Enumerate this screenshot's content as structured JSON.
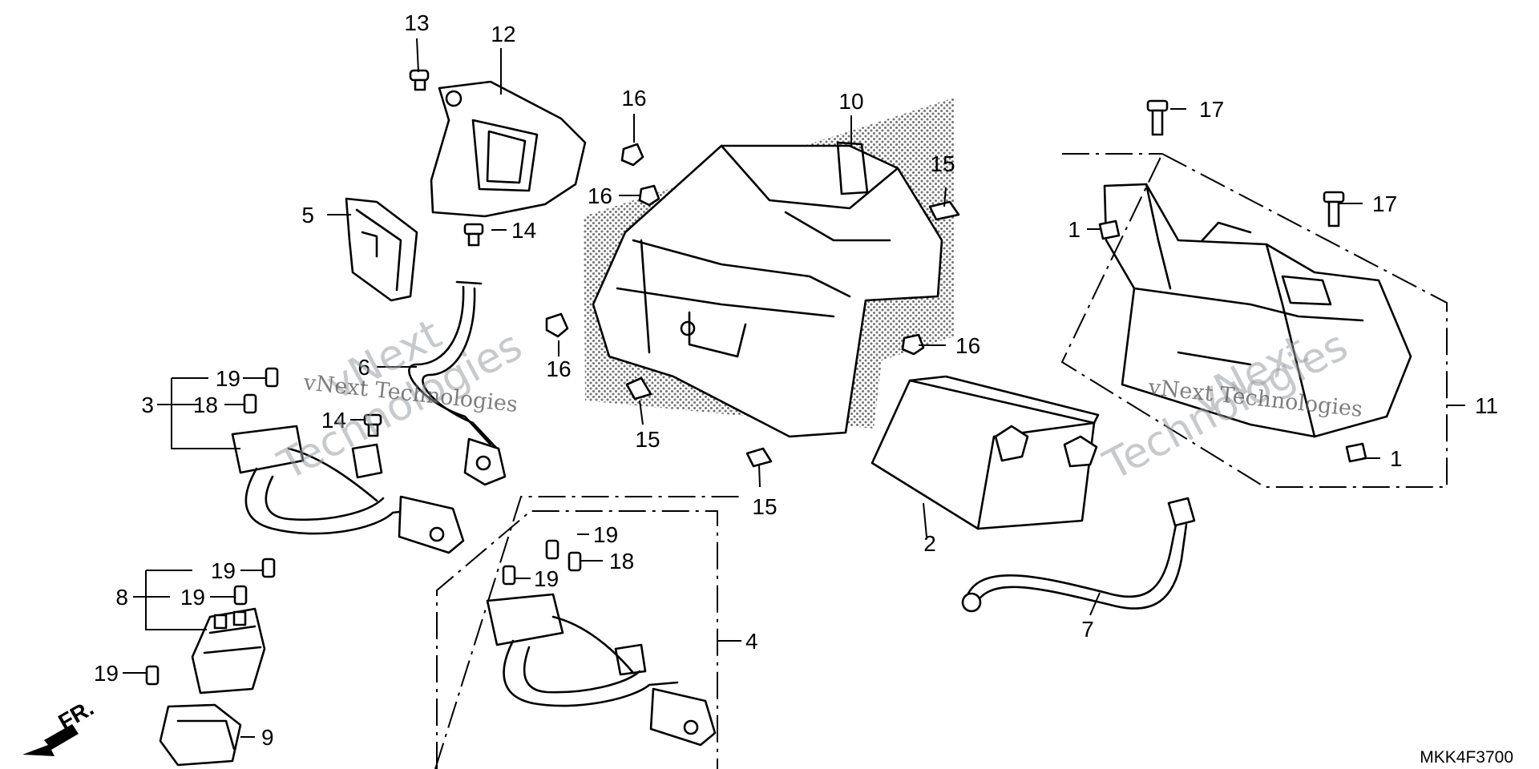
{
  "callouts": {
    "c1a": "1",
    "c1b": "1",
    "c2": "2",
    "c3": "3",
    "c4": "4",
    "c5": "5",
    "c6": "6",
    "c7": "7",
    "c8": "8",
    "c9": "9",
    "c10": "10",
    "c11": "11",
    "c12": "12",
    "c13": "13",
    "c14a": "14",
    "c14b": "14",
    "c15a": "15",
    "c15b": "15",
    "c15c": "15",
    "c16a": "16",
    "c16b": "16",
    "c16c": "16",
    "c16d": "16",
    "c17a": "17",
    "c17b": "17",
    "c18a": "18",
    "c18b": "18",
    "c19a": "19",
    "c19b": "19",
    "c19c": "19",
    "c19d": "19",
    "c19e": "19",
    "c19f": "19"
  },
  "front_marker": "FR.",
  "diagram_code": "MKK4F3700",
  "watermarks": {
    "vnext": "vNext",
    "technologies": "Technologies",
    "full": "vNext Technologies"
  },
  "colors": {
    "line": "#000000",
    "background": "#ffffff",
    "watermark": "#9aa0a6"
  }
}
